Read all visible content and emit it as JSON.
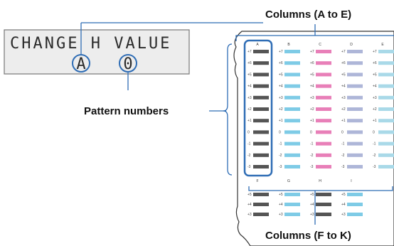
{
  "lcd": {
    "title": "CHANGE H VALUE",
    "column_value": "A",
    "pattern_value": "0"
  },
  "callouts": {
    "columns_top": "Columns (A to E)",
    "pattern_numbers": "Pattern numbers",
    "columns_bottom": "Columns (F to K)"
  },
  "sheet": {
    "top_columns": [
      "A",
      "B",
      "C",
      "D",
      "E"
    ],
    "bottom_columns": [
      "F",
      "G",
      "H",
      "I"
    ],
    "top_rows": [
      "+7",
      "+6",
      "+5",
      "+4",
      "+3",
      "+2",
      "+1",
      "0",
      "-1",
      "-2",
      "-3"
    ],
    "bottom_rows": [
      "+5",
      "+4",
      "+3"
    ],
    "column_colors": {
      "A": "#555555",
      "B": "#7ecbe6",
      "C": "#e87fb8",
      "D": "#aeb6d8",
      "E": "#a9d9e8",
      "F": "#555555",
      "G": "#7ecbe6",
      "H": "#555555",
      "I": "#7ecbe6"
    }
  },
  "colors": {
    "accent_blue": "#2f6db5",
    "lcd_bg": "#ededed",
    "lcd_border": "#777777"
  }
}
